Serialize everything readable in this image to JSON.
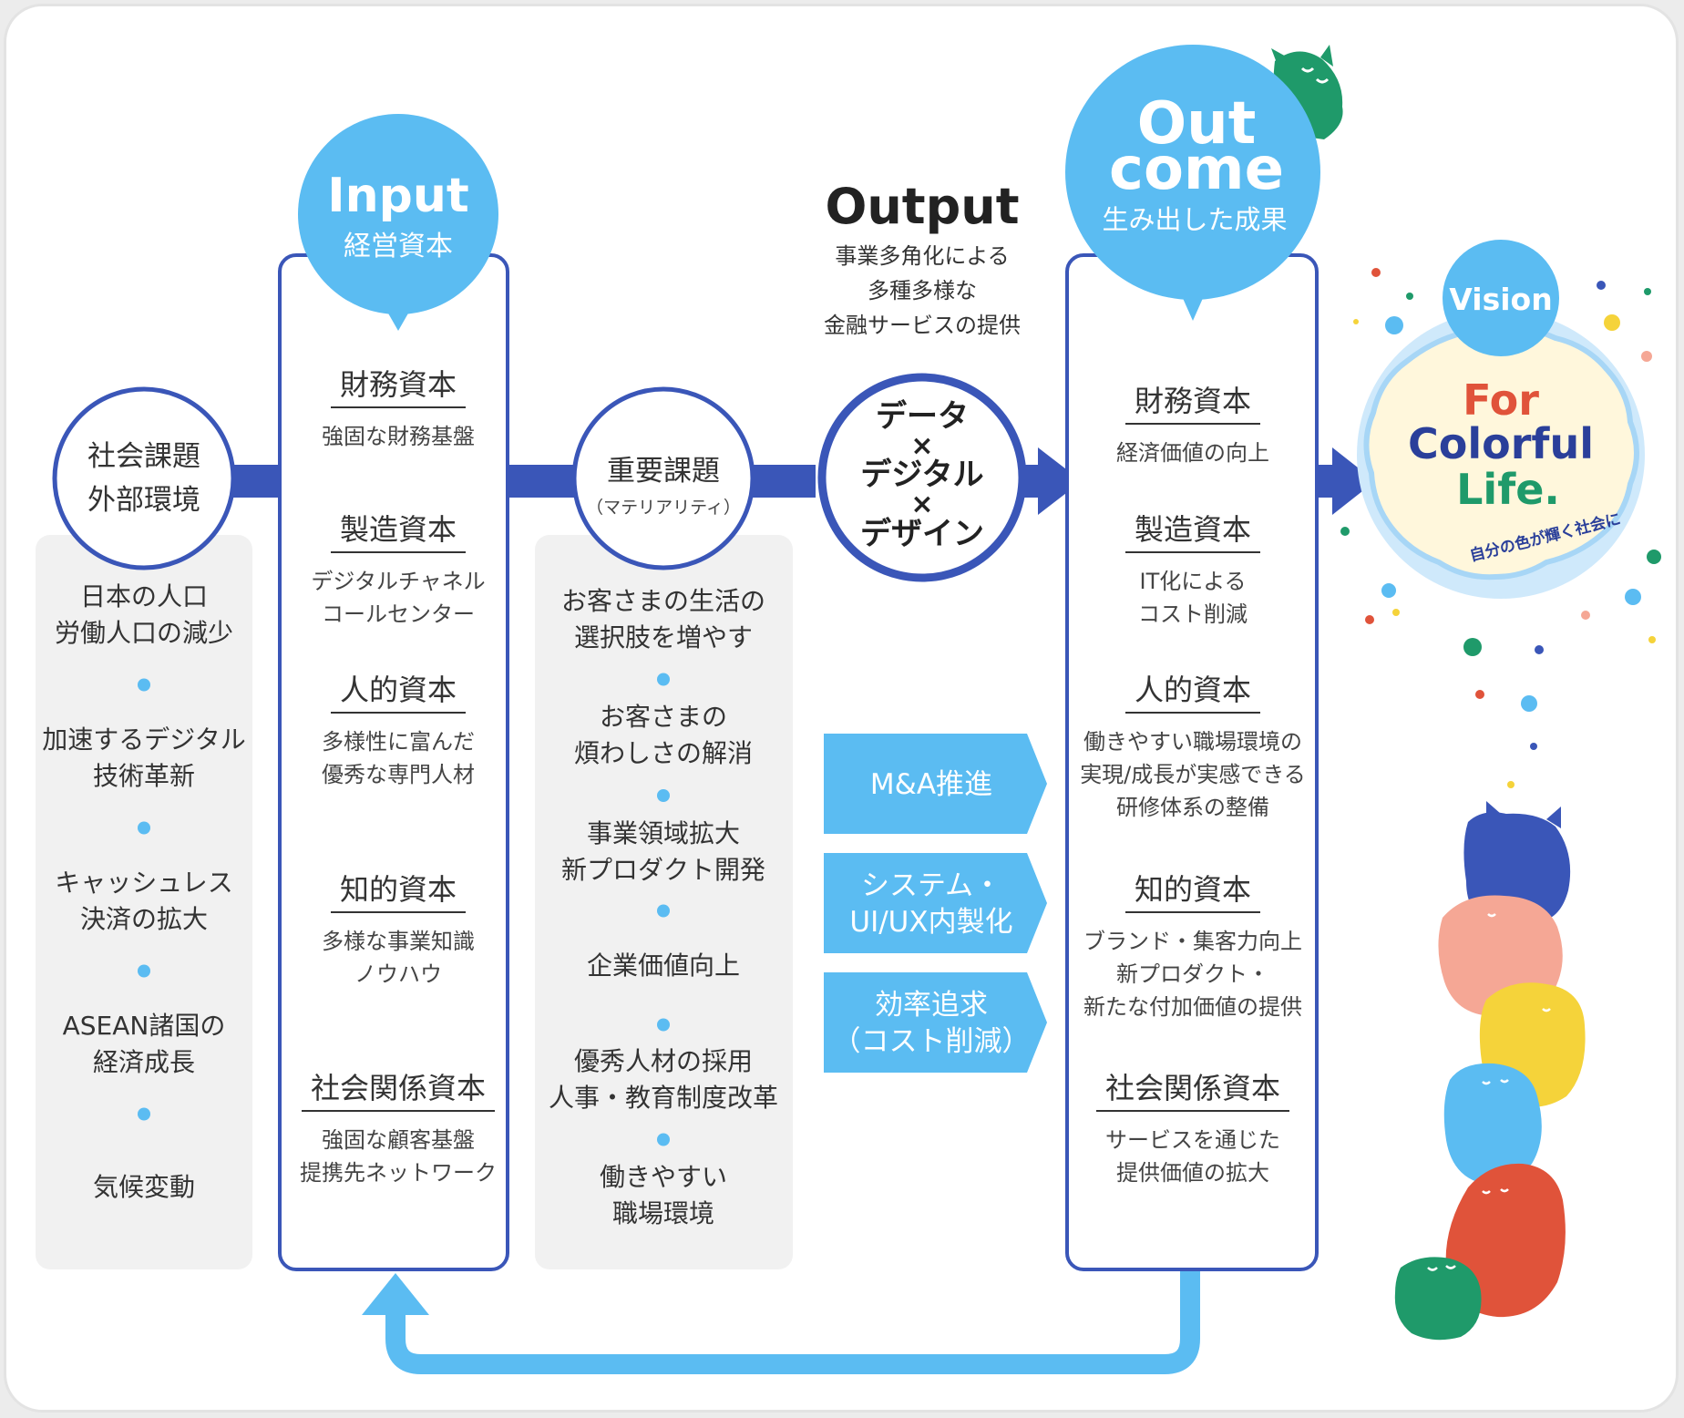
{
  "society": {
    "title": [
      "社会課題",
      "外部環境"
    ],
    "items": [
      [
        "日本の人口",
        "労働人口の減少"
      ],
      [
        "加速するデジタル",
        "技術革新"
      ],
      [
        "キャッシュレス",
        "決済の拡大"
      ],
      [
        "ASEAN諸国の",
        "経済成長"
      ],
      [
        "気候変動"
      ]
    ]
  },
  "input": {
    "title": "Input",
    "subtitle": "経営資本",
    "items": [
      {
        "heading": "財務資本",
        "lines": [
          "強固な財務基盤"
        ]
      },
      {
        "heading": "製造資本",
        "lines": [
          "デジタルチャネル",
          "コールセンター"
        ]
      },
      {
        "heading": "人的資本",
        "lines": [
          "多様性に富んだ",
          "優秀な専門人材"
        ]
      },
      {
        "heading": "知的資本",
        "lines": [
          "多様な事業知識",
          "ノウハウ"
        ]
      },
      {
        "heading": "社会関係資本",
        "lines": [
          "強固な顧客基盤",
          "提携先ネットワーク"
        ]
      }
    ]
  },
  "materiality": {
    "title": "重要課題",
    "subtitle": "（マテリアリティ）",
    "items": [
      [
        "お客さまの生活の",
        "選択肢を増やす"
      ],
      [
        "お客さまの",
        "煩わしさの解消"
      ],
      [
        "事業領域拡大",
        "新プロダクト開発"
      ],
      [
        "企業価値向上"
      ],
      [
        "優秀人材の採用",
        "人事・教育制度改革"
      ],
      [
        "働きやすい",
        "職場環境"
      ]
    ]
  },
  "output": {
    "title": "Output",
    "desc": [
      "事業多角化による",
      "多種多様な",
      "金融サービスの提供"
    ],
    "core": [
      "データ",
      "×",
      "デジタル",
      "×",
      "デザイン"
    ],
    "strategies": [
      [
        "M&A推進"
      ],
      [
        "システム・",
        "UI/UX内製化"
      ],
      [
        "効率追求",
        "（コスト削減）"
      ]
    ]
  },
  "outcome": {
    "title": [
      "Out",
      "come"
    ],
    "subtitle": "生み出した成果",
    "items": [
      {
        "heading": "財務資本",
        "lines": [
          "経済価値の向上"
        ]
      },
      {
        "heading": "製造資本",
        "lines": [
          "IT化による",
          "コスト削減"
        ]
      },
      {
        "heading": "人的資本",
        "lines": [
          "働きやすい職場環境の",
          "実現/成長が実感できる",
          "研修体系の整備"
        ]
      },
      {
        "heading": "知的資本",
        "lines": [
          "ブランド・集客力向上",
          "新プロダクト・",
          "新たな付加価値の提供"
        ]
      },
      {
        "heading": "社会関係資本",
        "lines": [
          "サービスを通じた",
          "提供価値の拡大"
        ]
      }
    ]
  },
  "vision": {
    "title": "Vision",
    "logo_lines": [
      "For",
      "Colorful",
      "Life."
    ],
    "tagline": "自分の色が輝く社会に"
  },
  "colors": {
    "navy": "#3a56b8",
    "sky": "#5bbcf2",
    "panel_gray": "#f1f1f1",
    "text": "#333333"
  }
}
